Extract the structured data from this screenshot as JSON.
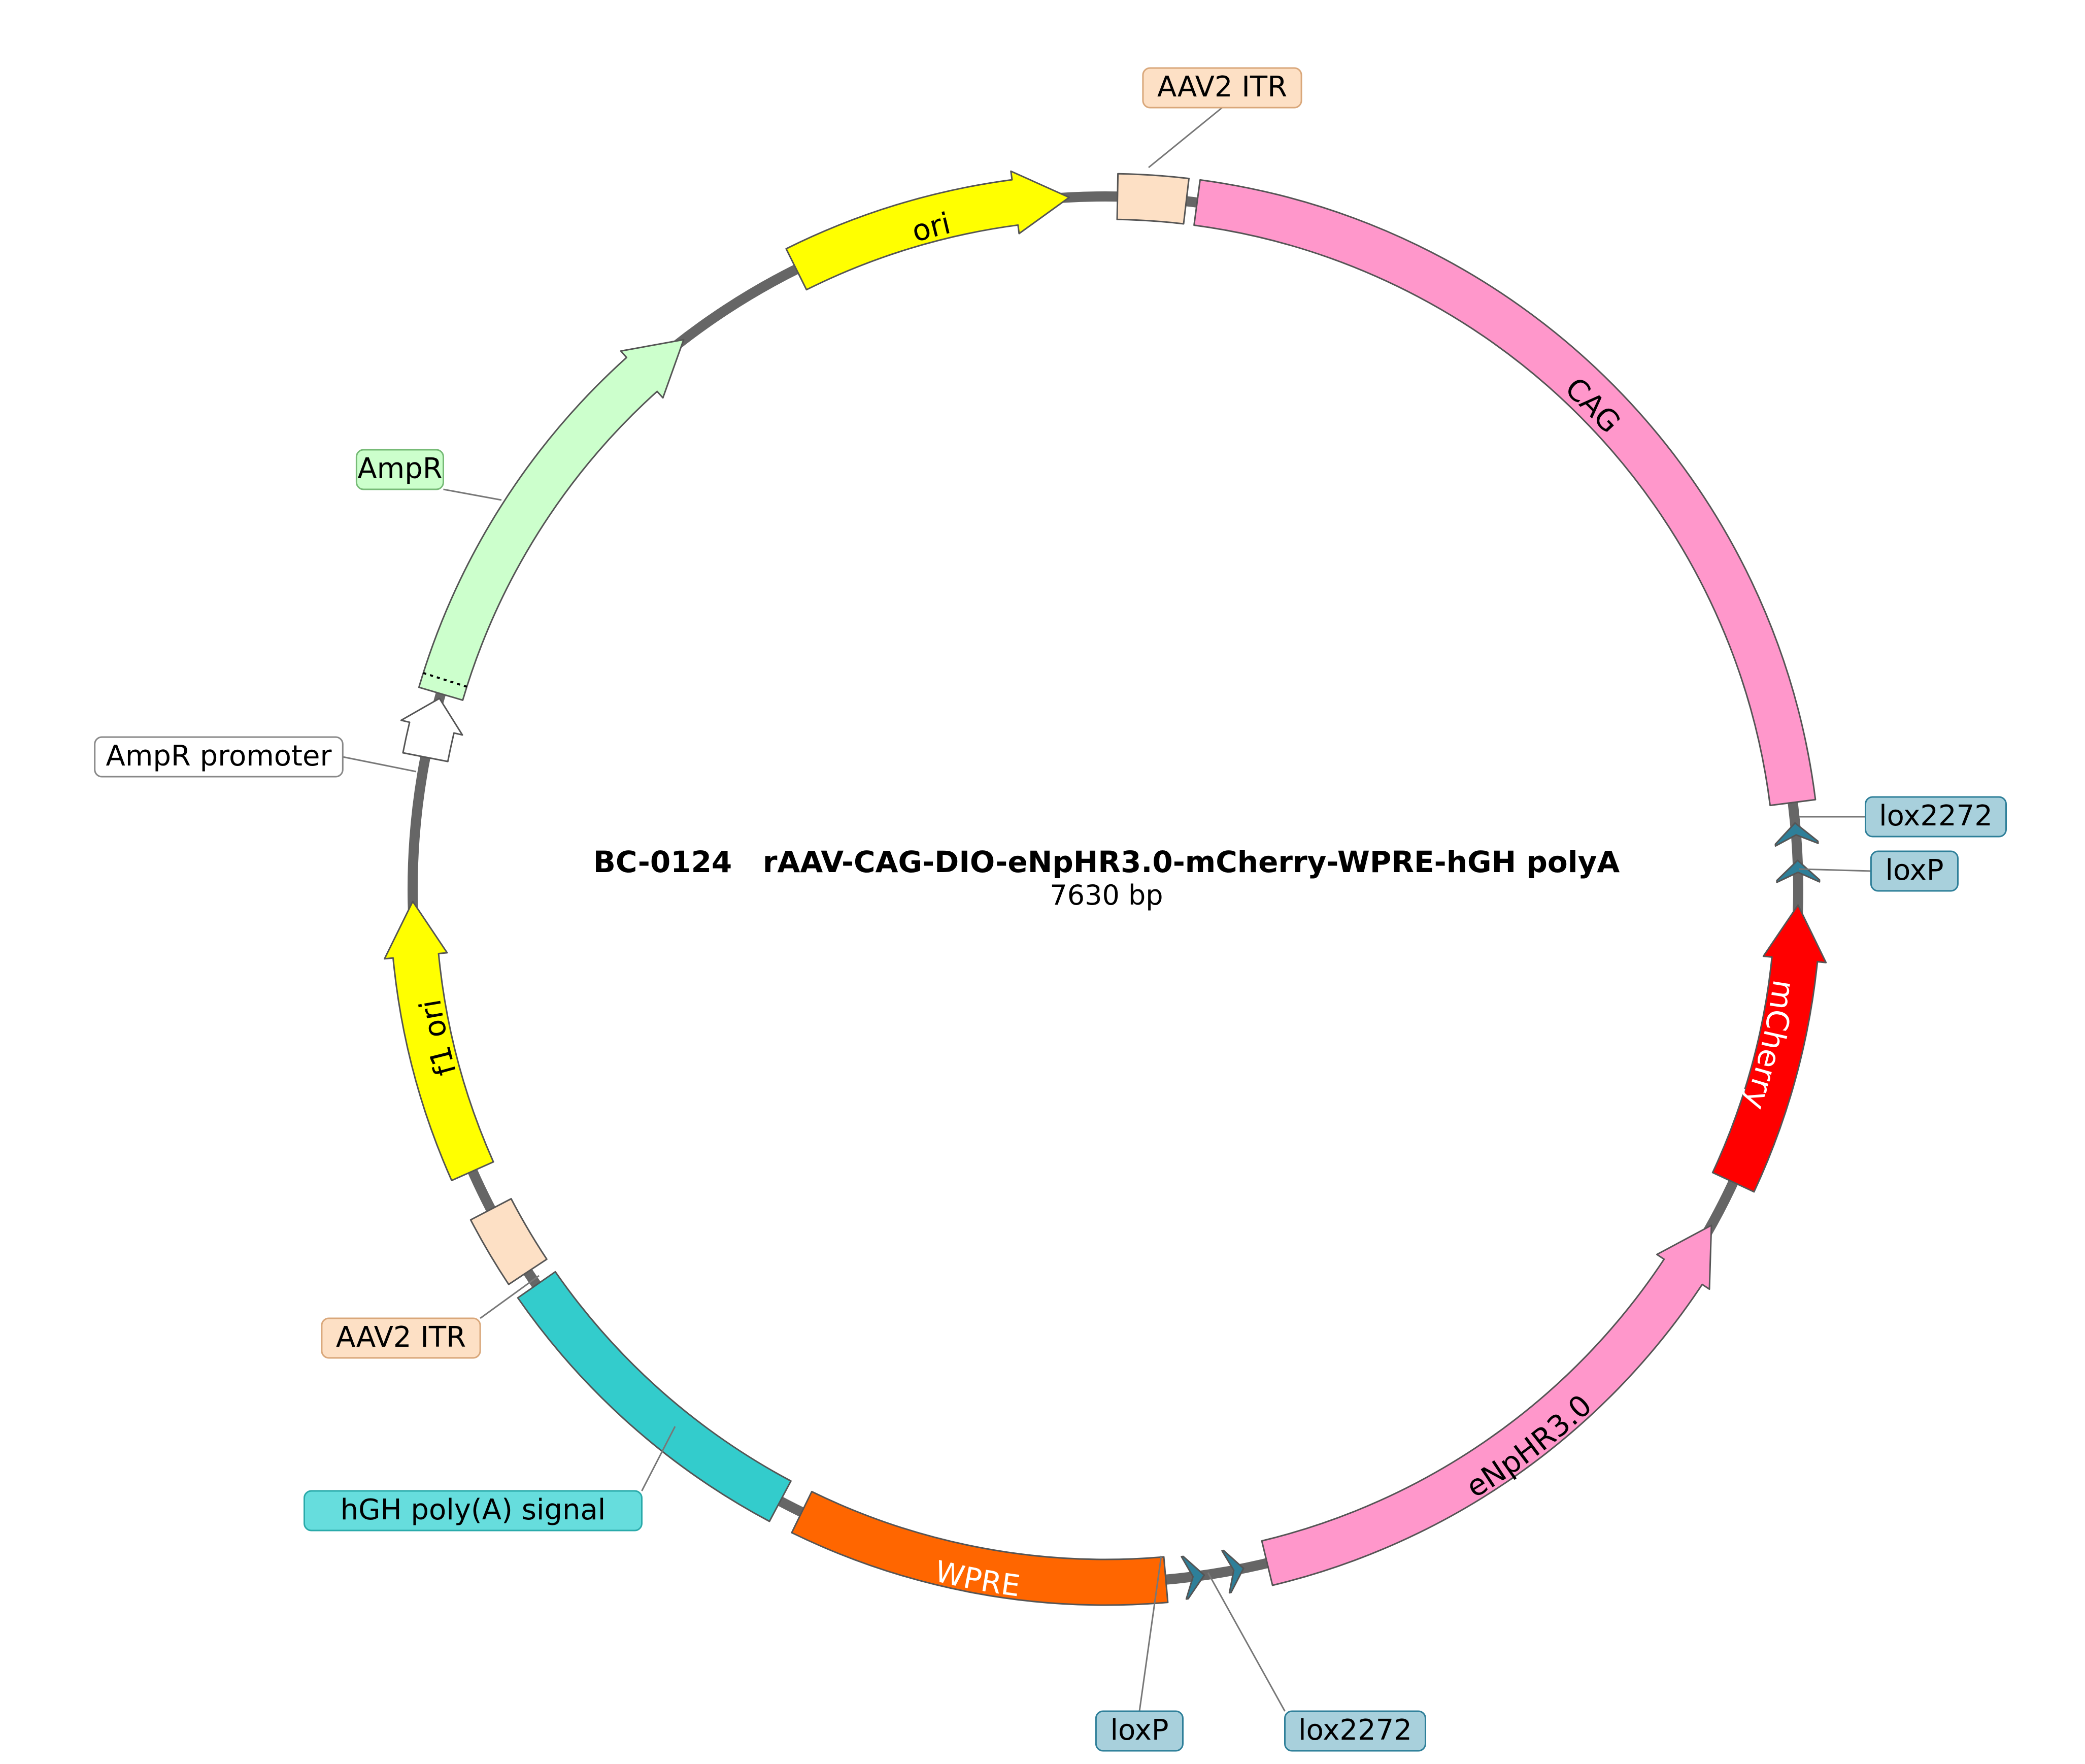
{
  "map": {
    "name": "BC-0124   rAAV-CAG-DIO-eNpHR3.0-mCherry-WPRE-hGH polyA",
    "size_text": "7630 bp"
  },
  "colors": {
    "backbone": "#666666",
    "outline": "#555555",
    "leader": "#777777"
  },
  "features": [
    {
      "id": "aav2-itr-top",
      "label": "AAV2 ITR",
      "type": "box",
      "start": 1.0,
      "end": 6.7,
      "fill": "#FDE0C5",
      "label_mode": "callout"
    },
    {
      "id": "cag",
      "label": "CAG",
      "type": "box",
      "start": 7.6,
      "end": 82.8,
      "fill": "#FF97CB",
      "label_mode": "inside"
    },
    {
      "id": "lox2272-right",
      "label": "lox2272",
      "type": "chevron-ccw",
      "start": 84.5,
      "end": 86.3,
      "fill": "#2E7F99",
      "label_mode": "callout"
    },
    {
      "id": "loxp-right",
      "label": "loxP",
      "type": "chevron-ccw",
      "start": 87.6,
      "end": 89.4,
      "fill": "#2E7F99",
      "label_mode": "callout"
    },
    {
      "id": "mcherry",
      "label": "mCherry",
      "type": "arrow-ccw",
      "start": 91.3,
      "end": 115.0,
      "fill": "#FF0000",
      "label_mode": "inside",
      "label_color": "#ffffff"
    },
    {
      "id": "enphr3",
      "label": "eNpHR3.0",
      "type": "arrow-ccw",
      "start": 119.0,
      "end": 166.5,
      "fill": "#FF97CB",
      "label_mode": "inside"
    },
    {
      "id": "lox2272-bottom",
      "label": "lox2272",
      "type": "chevron-ccw",
      "start": 168.5,
      "end": 170.0,
      "fill": "#2E7F99",
      "label_mode": "callout"
    },
    {
      "id": "loxp-bottom",
      "label": "loxP",
      "type": "chevron-ccw",
      "start": 171.8,
      "end": 173.5,
      "fill": "#2E7F99",
      "label_mode": "callout"
    },
    {
      "id": "wpre",
      "label": "WPRE",
      "type": "box",
      "start": 175.0,
      "end": 206.0,
      "fill": "#FF6600",
      "label_mode": "inside",
      "label_color": "#ffffff"
    },
    {
      "id": "hgh-polya",
      "label": "hGH poly(A) signal",
      "type": "box",
      "start": 208.0,
      "end": 235.2,
      "fill": "#33CCCC",
      "label_mode": "callout"
    },
    {
      "id": "aav2-itr-bottom",
      "label": "AAV2 ITR",
      "type": "box",
      "start": 236.5,
      "end": 242.5,
      "fill": "#FDE0C5",
      "label_mode": "callout"
    },
    {
      "id": "f1-ori",
      "label": "f1 ori",
      "type": "arrow-cw",
      "start": 246.0,
      "end": 269.0,
      "fill": "#FFFF00",
      "label_mode": "inside"
    },
    {
      "id": "ampr-promoter",
      "label": "AmpR promoter",
      "type": "arrow-cw",
      "start": 281.0,
      "end": 286.0,
      "fill": "#FFFFFF",
      "label_mode": "callout"
    },
    {
      "id": "ampr",
      "label": "AmpR",
      "type": "arrow-cw",
      "start": 286.4,
      "end": 322.5,
      "fill": "#CCFFCC",
      "label_mode": "callout"
    },
    {
      "id": "ori",
      "label": "ori",
      "type": "arrow-cw",
      "start": 333.5,
      "end": 357.0,
      "fill": "#FFFF00",
      "label_mode": "inside"
    }
  ],
  "callouts": [
    {
      "feature": "aav2-itr-top",
      "label": "AAV2 ITR",
      "fill": "#FDE0C5",
      "stroke": "#D9A77A"
    },
    {
      "feature": "lox2272-right",
      "label": "lox2272",
      "fill": "#A8D0DC",
      "stroke": "#2E7F99"
    },
    {
      "feature": "loxp-right",
      "label": "loxP",
      "fill": "#A8D0DC",
      "stroke": "#2E7F99"
    },
    {
      "feature": "loxp-bottom",
      "label": "loxP",
      "fill": "#A8D0DC",
      "stroke": "#2E7F99"
    },
    {
      "feature": "lox2272-bottom",
      "label": "lox2272",
      "fill": "#A8D0DC",
      "stroke": "#2E7F99"
    },
    {
      "feature": "hgh-polya",
      "label": "hGH poly(A) signal",
      "fill": "#66DDDD",
      "stroke": "#2AAAAA"
    },
    {
      "feature": "aav2-itr-bottom",
      "label": "AAV2 ITR",
      "fill": "#FDE0C5",
      "stroke": "#D9A77A"
    },
    {
      "feature": "ampr-promoter",
      "label": "AmpR promoter",
      "fill": "#FFFFFF",
      "stroke": "#888888"
    },
    {
      "feature": "ampr",
      "label": "AmpR",
      "fill": "#CCFFCC",
      "stroke": "#77BB77"
    }
  ]
}
